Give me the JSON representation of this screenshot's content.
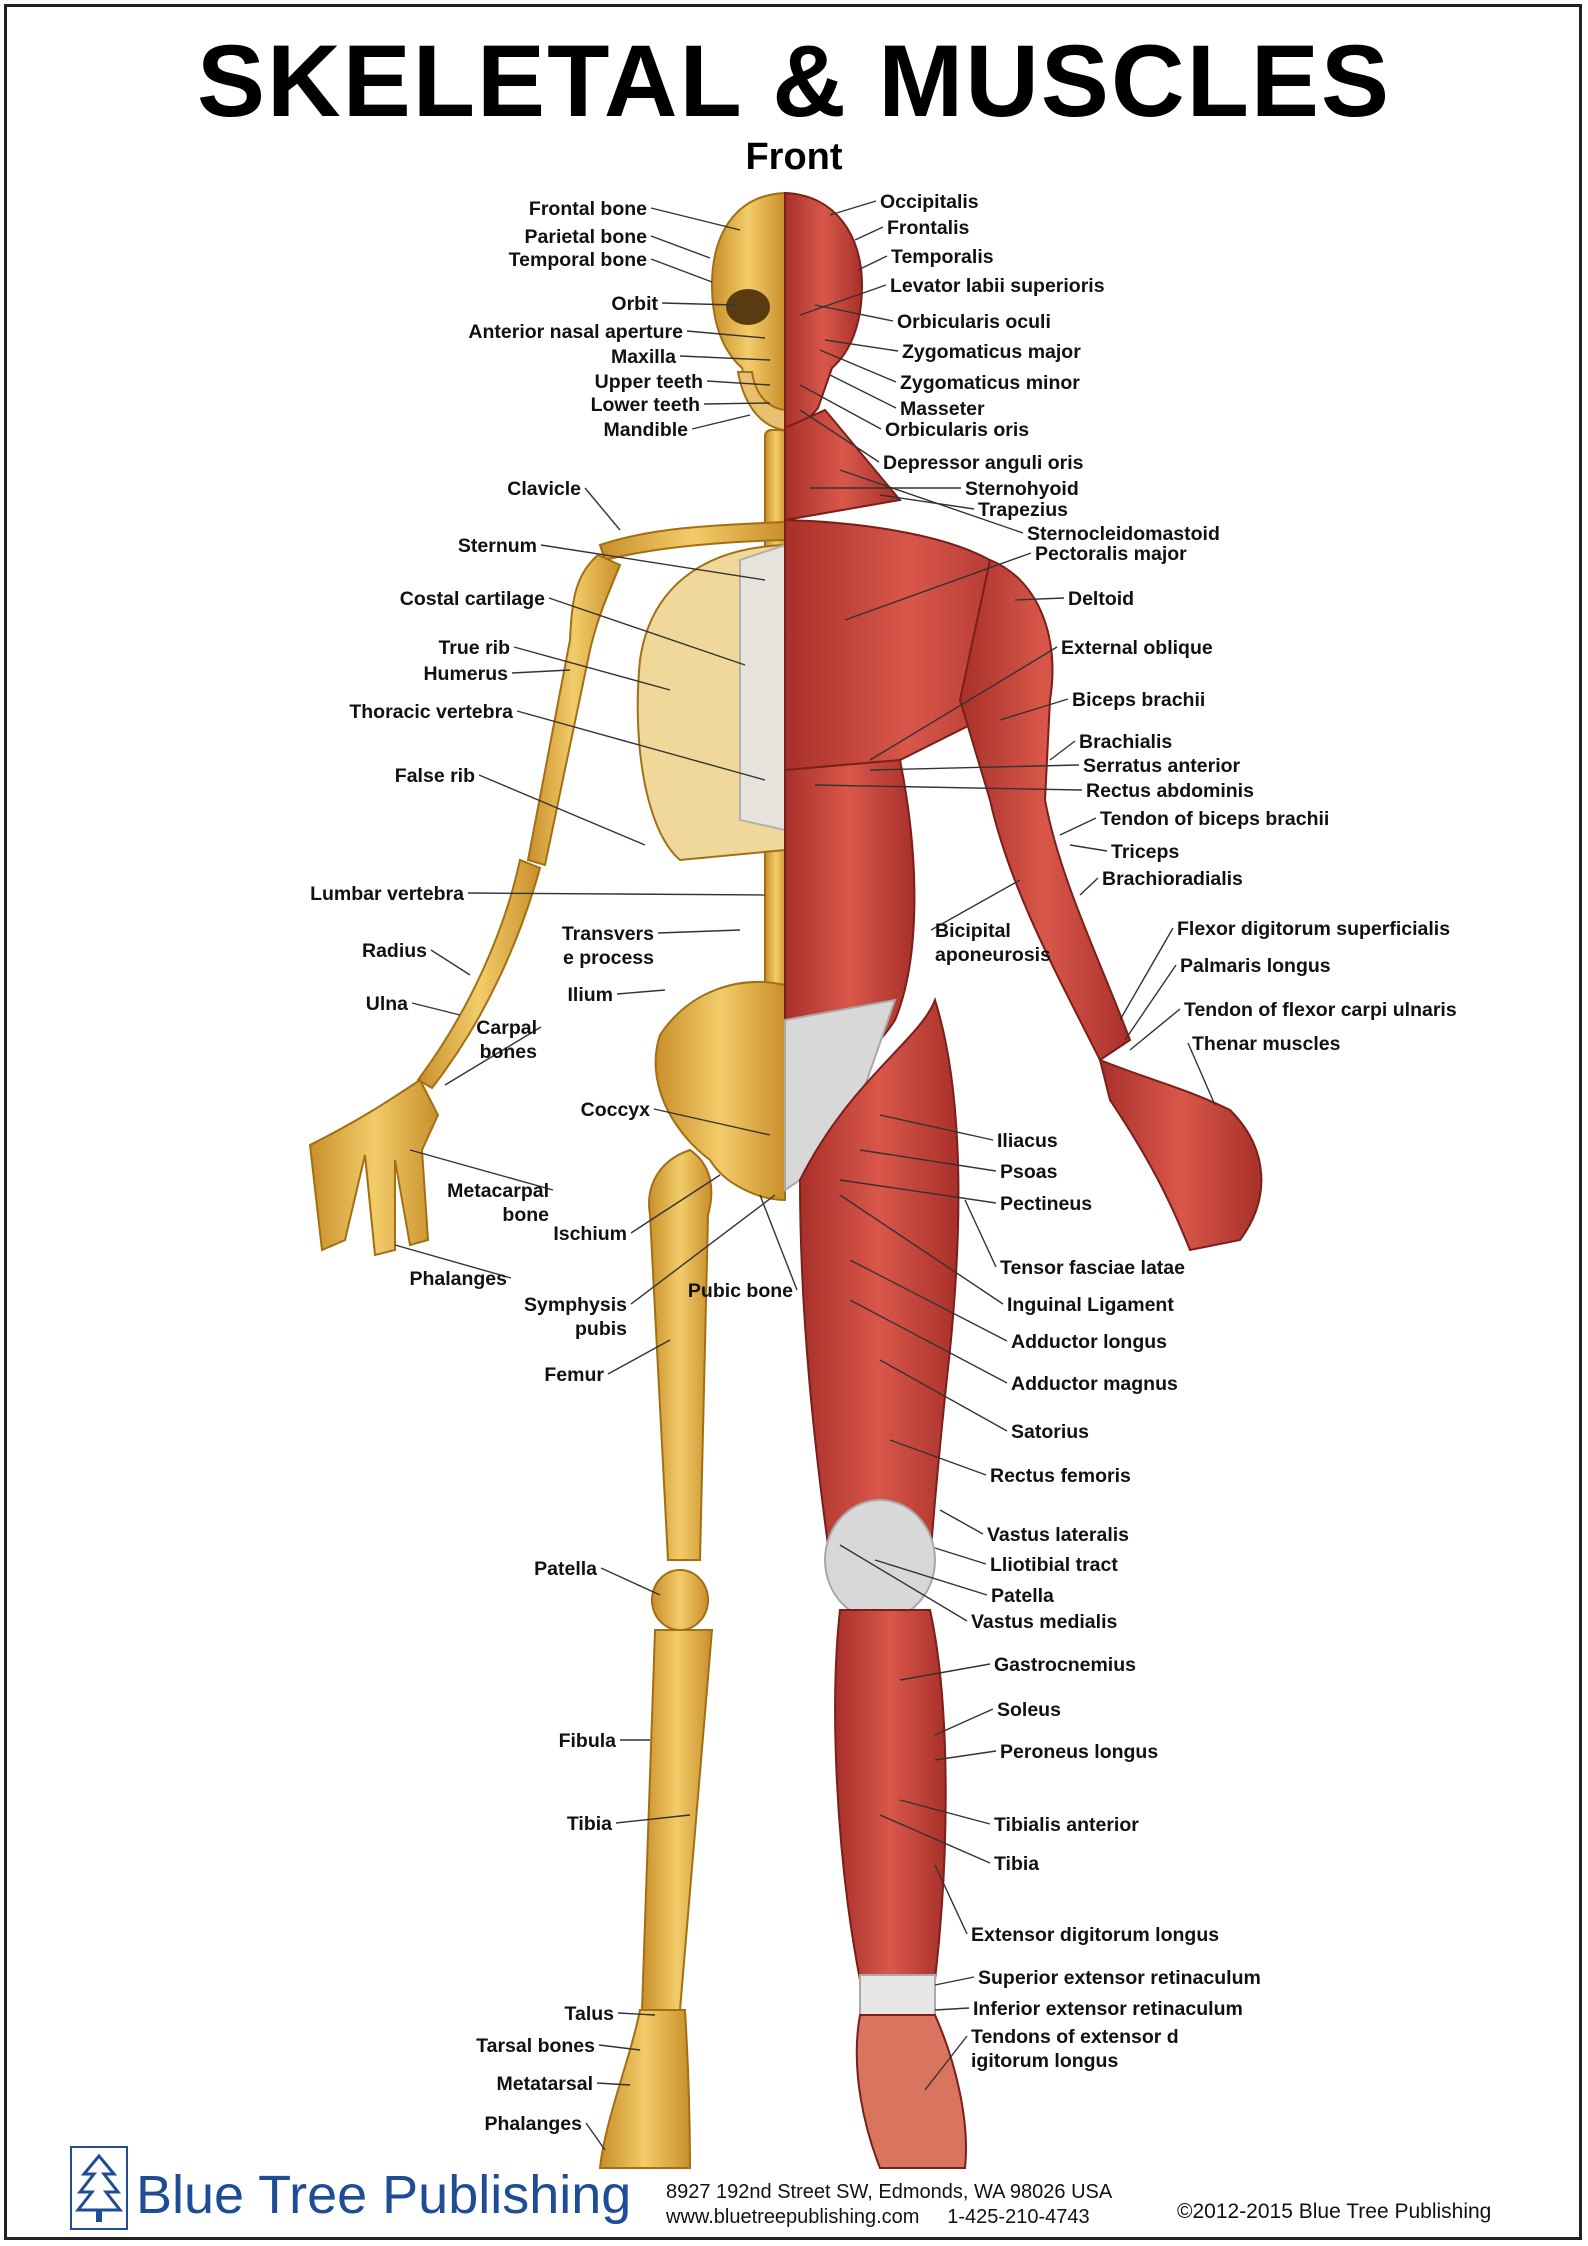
{
  "title": "SKELETAL & MUSCLES",
  "subtitle": "Front",
  "skeleton_labels": [
    {
      "id": "frontal-bone",
      "text": "Frontal bone"
    },
    {
      "id": "parietal-bone",
      "text": "Parietal bone"
    },
    {
      "id": "temporal-bone",
      "text": "Temporal bone"
    },
    {
      "id": "orbit",
      "text": "Orbit"
    },
    {
      "id": "anterior-nasal-aperture",
      "text": "Anterior nasal aperture"
    },
    {
      "id": "maxilla",
      "text": "Maxilla"
    },
    {
      "id": "upper-teeth",
      "text": "Upper teeth"
    },
    {
      "id": "lower-teeth",
      "text": "Lower teeth"
    },
    {
      "id": "mandible",
      "text": "Mandible"
    },
    {
      "id": "clavicle",
      "text": "Clavicle"
    },
    {
      "id": "sternum",
      "text": "Sternum"
    },
    {
      "id": "costal-cartilage",
      "text": "Costal cartilage"
    },
    {
      "id": "true-rib",
      "text": "True rib"
    },
    {
      "id": "humerus",
      "text": "Humerus"
    },
    {
      "id": "thoracic-vertebra",
      "text": "Thoracic vertebra"
    },
    {
      "id": "false-rib",
      "text": "False rib"
    },
    {
      "id": "lumbar-vertebra",
      "text": "Lumbar vertebra"
    },
    {
      "id": "transverse-process",
      "text": "Transverse process"
    },
    {
      "id": "radius",
      "text": "Radius"
    },
    {
      "id": "ilium",
      "text": "Ilium"
    },
    {
      "id": "ulna",
      "text": "Ulna"
    },
    {
      "id": "carpal-bones",
      "text": "Carpal bones"
    },
    {
      "id": "coccyx",
      "text": "Coccyx"
    },
    {
      "id": "metacarpal-bone",
      "text": "Metacarpal bone"
    },
    {
      "id": "ischium",
      "text": "Ischium"
    },
    {
      "id": "phalanges-hand",
      "text": "Phalanges"
    },
    {
      "id": "pubic-bone",
      "text": "Pubic bone"
    },
    {
      "id": "symphysis-pubis",
      "text": "Symphysis pubis"
    },
    {
      "id": "femur",
      "text": "Femur"
    },
    {
      "id": "patella-bone",
      "text": "Patella"
    },
    {
      "id": "fibula",
      "text": "Fibula"
    },
    {
      "id": "tibia-bone",
      "text": "Tibia"
    },
    {
      "id": "talus",
      "text": "Talus"
    },
    {
      "id": "tarsal-bones",
      "text": "Tarsal bones"
    },
    {
      "id": "metatarsal",
      "text": "Metatarsal"
    },
    {
      "id": "phalanges-foot",
      "text": "Phalanges"
    }
  ],
  "muscle_labels": [
    {
      "id": "occipitalis",
      "text": "Occipitalis"
    },
    {
      "id": "frontalis",
      "text": "Frontalis"
    },
    {
      "id": "temporalis",
      "text": "Temporalis"
    },
    {
      "id": "levator-labii-superioris",
      "text": "Levator labii superioris"
    },
    {
      "id": "orbicularis-oculi",
      "text": "Orbicularis oculi"
    },
    {
      "id": "zygomaticus-major",
      "text": "Zygomaticus major"
    },
    {
      "id": "zygomaticus-minor",
      "text": "Zygomaticus minor"
    },
    {
      "id": "masseter",
      "text": "Masseter"
    },
    {
      "id": "orbicularis-oris",
      "text": "Orbicularis oris"
    },
    {
      "id": "depressor-anguli-oris",
      "text": "Depressor anguli oris"
    },
    {
      "id": "sternohyoid",
      "text": "Sternohyoid"
    },
    {
      "id": "trapezius",
      "text": "Trapezius"
    },
    {
      "id": "sternocleidomastoid",
      "text": "Sternocleidomastoid"
    },
    {
      "id": "pectoralis-major",
      "text": "Pectoralis major"
    },
    {
      "id": "deltoid",
      "text": "Deltoid"
    },
    {
      "id": "external-oblique",
      "text": "External oblique"
    },
    {
      "id": "biceps-brachii",
      "text": "Biceps brachii"
    },
    {
      "id": "brachialis",
      "text": "Brachialis"
    },
    {
      "id": "serratus-anterior",
      "text": "Serratus anterior"
    },
    {
      "id": "rectus-abdominis",
      "text": "Rectus abdominis"
    },
    {
      "id": "tendon-of-biceps-brachii",
      "text": "Tendon of biceps brachii"
    },
    {
      "id": "triceps",
      "text": "Triceps"
    },
    {
      "id": "brachioradialis",
      "text": "Brachioradialis"
    },
    {
      "id": "bicipital-aponeurosis",
      "text": "Bicipital aponeurosis"
    },
    {
      "id": "flexor-digitorum-superficialis",
      "text": "Flexor digitorum superficialis"
    },
    {
      "id": "palmaris-longus",
      "text": "Palmaris longus"
    },
    {
      "id": "tendon-of-flexor-carpi-ulnaris",
      "text": "Tendon of flexor carpi ulnaris"
    },
    {
      "id": "thenar-muscles",
      "text": "Thenar muscles"
    },
    {
      "id": "iliacus",
      "text": "Iliacus"
    },
    {
      "id": "psoas",
      "text": "Psoas"
    },
    {
      "id": "pectineus",
      "text": "Pectineus"
    },
    {
      "id": "tensor-fasciae-latae",
      "text": "Tensor fasciae latae"
    },
    {
      "id": "inguinal-ligament",
      "text": "Inguinal Ligament"
    },
    {
      "id": "adductor-longus",
      "text": "Adductor longus"
    },
    {
      "id": "adductor-magnus",
      "text": "Adductor magnus"
    },
    {
      "id": "satorius",
      "text": "Satorius"
    },
    {
      "id": "rectus-femoris",
      "text": "Rectus femoris"
    },
    {
      "id": "vastus-lateralis",
      "text": "Vastus lateralis"
    },
    {
      "id": "lliotibial-tract",
      "text": "Lliotibial tract"
    },
    {
      "id": "patella-muscle-side",
      "text": "Patella"
    },
    {
      "id": "vastus-medialis",
      "text": "Vastus medialis"
    },
    {
      "id": "gastrocnemius",
      "text": "Gastrocnemius"
    },
    {
      "id": "soleus",
      "text": "Soleus"
    },
    {
      "id": "peroneus-longus",
      "text": "Peroneus longus"
    },
    {
      "id": "tibialis-anterior",
      "text": "Tibialis anterior"
    },
    {
      "id": "tibia-muscle-side",
      "text": "Tibia"
    },
    {
      "id": "extensor-digitorum-longus",
      "text": "Extensor digitorum longus"
    },
    {
      "id": "superior-extensor-retinaculum",
      "text": "Superior extensor retinaculum"
    },
    {
      "id": "inferior-extensor-retinaculum",
      "text": "Inferior extensor retinaculum"
    },
    {
      "id": "tendons-of-extensor-digitorum-longus",
      "text": "Tendons of extensor digitorum longus"
    }
  ],
  "footer": {
    "brand": "Blue Tree Publishing",
    "address": "8927 192nd Street SW, Edmonds, WA 98026 USA",
    "website": "www.bluetreepublishing.com",
    "phone": "1-425-210-4743",
    "copyright": "©2012-2015 Blue Tree Publishing"
  },
  "colors": {
    "bone": "#e8b649",
    "bone_shade": "#b88420",
    "muscle": "#c9453a",
    "muscle_shade": "#8e2520",
    "tendon": "#dcdcdc",
    "brand_blue": "#1e4d96"
  }
}
